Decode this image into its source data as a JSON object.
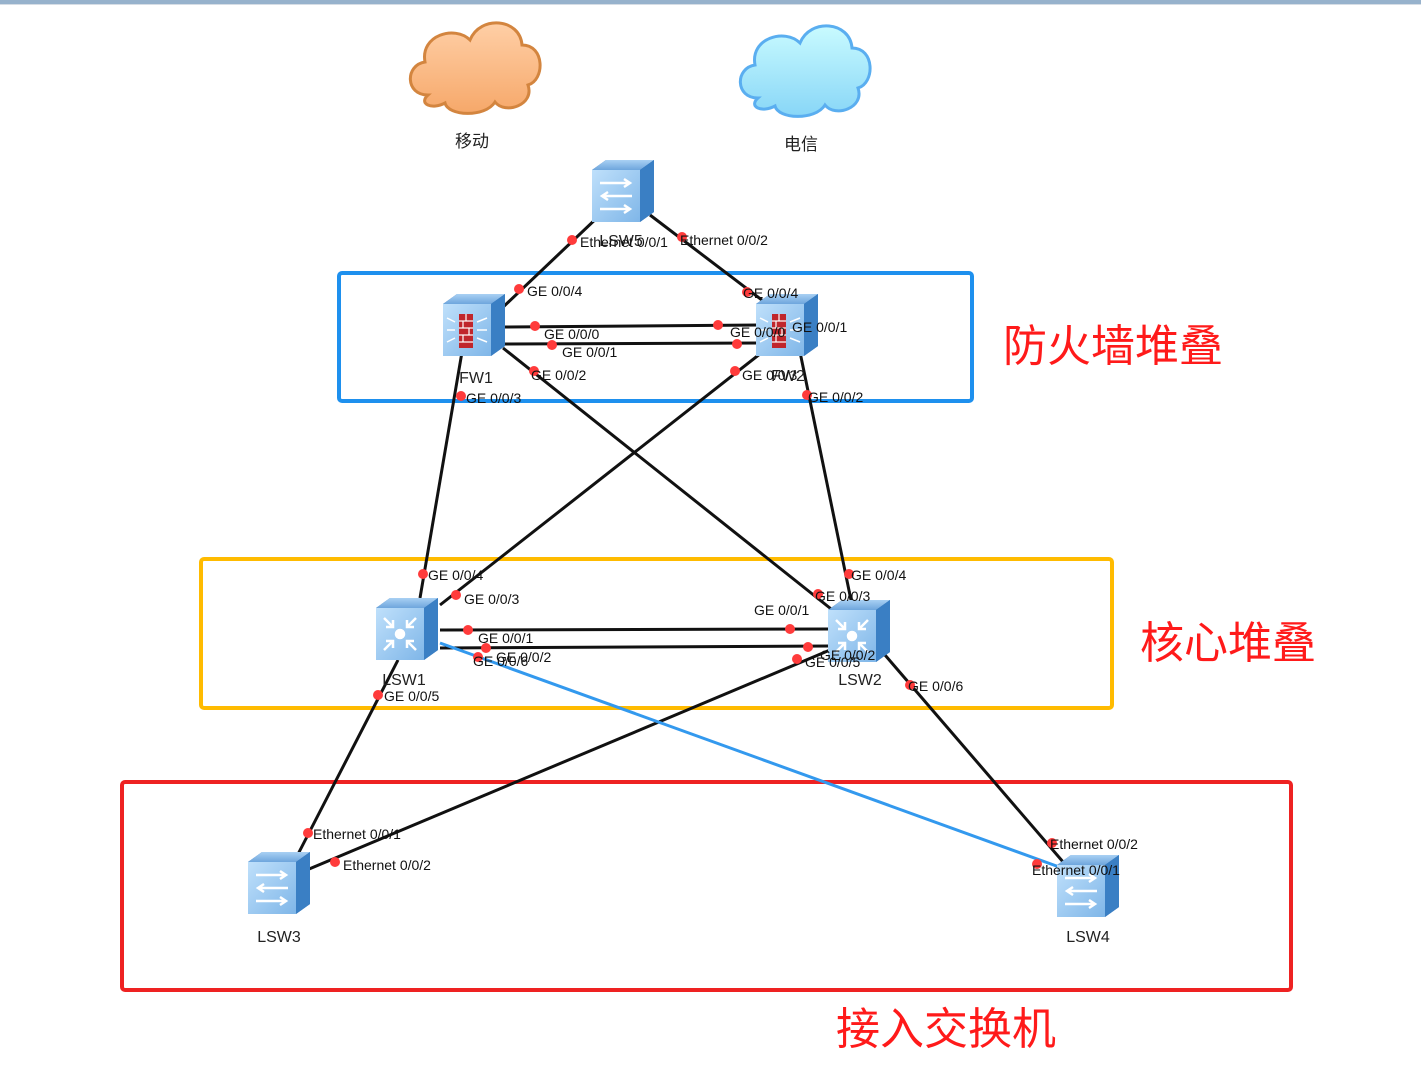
{
  "title": "Enterprise network topology",
  "colors": {
    "link": "#111111",
    "special_link": "#3399ee",
    "port_dot": "#ff3b3b",
    "firewall_group": "#1e90ee",
    "core_group": "#ffbb00",
    "access_group": "#ee2222",
    "group_label": "#ff1a1a"
  },
  "clouds": [
    {
      "id": "cmcc",
      "label": "移动",
      "color": "orange"
    },
    {
      "id": "ctcc",
      "label": "电信",
      "color": "cyan"
    }
  ],
  "devices": [
    {
      "id": "LSW5",
      "label": "LSW5",
      "type": "switch"
    },
    {
      "id": "FW1",
      "label": "FW1",
      "type": "firewall"
    },
    {
      "id": "FW2",
      "label": "FW2",
      "type": "firewall"
    },
    {
      "id": "LSW1",
      "label": "LSW1",
      "type": "core-switch"
    },
    {
      "id": "LSW2",
      "label": "LSW2",
      "type": "core-switch"
    },
    {
      "id": "LSW3",
      "label": "LSW3",
      "type": "switch"
    },
    {
      "id": "LSW4",
      "label": "LSW4",
      "type": "switch"
    }
  ],
  "groups": [
    {
      "id": "firewall-stack",
      "label": "防火墙堆叠"
    },
    {
      "id": "core-stack",
      "label": "核心堆叠"
    },
    {
      "id": "access-switches",
      "label": "接入交换机"
    }
  ],
  "links": [
    {
      "a": "LSW5",
      "a_port": "Ethernet 0/0/1",
      "b": "FW1",
      "b_port": "GE 0/0/4",
      "style": "normal"
    },
    {
      "a": "LSW5",
      "a_port": "Ethernet 0/0/2",
      "b": "FW2",
      "b_port": "GE 0/0/4",
      "style": "normal"
    },
    {
      "a": "FW1",
      "a_port": "GE 0/0/0",
      "b": "FW2",
      "b_port": "GE 0/0/0",
      "style": "normal"
    },
    {
      "a": "FW1",
      "a_port": "GE 0/0/1",
      "b": "FW2",
      "b_port": "GE 0/0/1",
      "style": "normal"
    },
    {
      "a": "FW1",
      "a_port": "GE 0/0/3",
      "b": "LSW1",
      "b_port": "GE 0/0/4",
      "style": "normal"
    },
    {
      "a": "FW1",
      "a_port": "GE 0/0/2",
      "b": "LSW2",
      "b_port": "GE 0/0/3",
      "style": "normal"
    },
    {
      "a": "FW2",
      "a_port": "GE 0/0/3",
      "b": "LSW1",
      "b_port": "GE 0/0/3",
      "style": "normal"
    },
    {
      "a": "FW2",
      "a_port": "GE 0/0/2",
      "b": "LSW2",
      "b_port": "GE 0/0/4",
      "style": "normal"
    },
    {
      "a": "LSW1",
      "a_port": "GE 0/0/1",
      "b": "LSW2",
      "b_port": "GE 0/0/1",
      "style": "normal"
    },
    {
      "a": "LSW1",
      "a_port": "GE 0/0/2",
      "b": "LSW2",
      "b_port": "GE 0/0/2",
      "style": "normal"
    },
    {
      "a": "LSW1",
      "a_port": "GE 0/0/5",
      "b": "LSW3",
      "b_port": "Ethernet 0/0/1",
      "style": "normal"
    },
    {
      "a": "LSW2",
      "a_port": "GE 0/0/5",
      "b": "LSW3",
      "b_port": "Ethernet 0/0/2",
      "style": "normal"
    },
    {
      "a": "LSW2",
      "a_port": "GE 0/0/6",
      "b": "LSW4",
      "b_port": "Ethernet 0/0/2",
      "style": "normal"
    },
    {
      "a": "LSW1",
      "a_port": "GE 0/0/6",
      "b": "LSW4",
      "b_port": "Ethernet 0/0/1",
      "style": "special"
    }
  ]
}
